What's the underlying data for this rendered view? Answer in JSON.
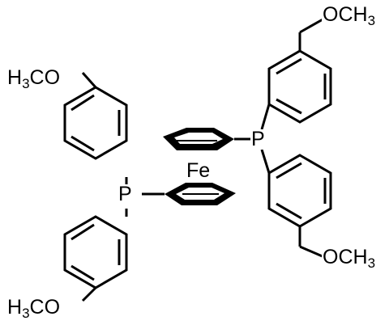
{
  "molecule": {
    "metal_label": "Fe",
    "phosphorus_top_label": "P",
    "phosphorus_bottom_label": "P",
    "methoxy_label": {
      "prefix": "O",
      "group": "CH",
      "count": "3"
    },
    "methoxy_reversed_label": {
      "group": "H",
      "count": "3",
      "suffix": "CO"
    }
  }
}
